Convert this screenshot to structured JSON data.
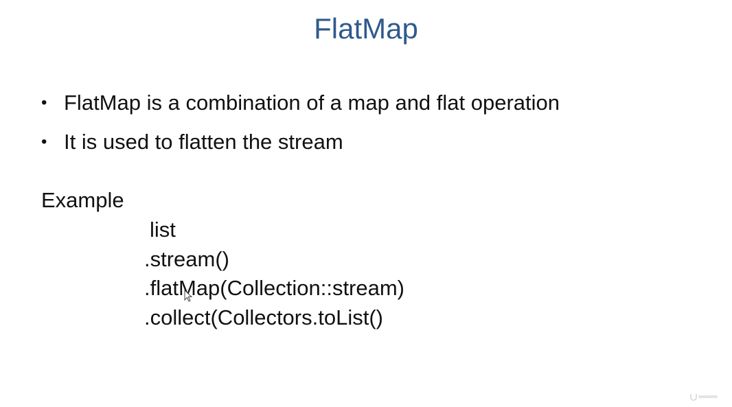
{
  "slide": {
    "title": "FlatMap",
    "bullets": [
      "FlatMap is a combination of a map and flat operation",
      "It is used to flatten the stream"
    ],
    "bullet_glyph": "•",
    "example_label": "Example",
    "code_lines": [
      "list",
      ".stream()",
      ".flatMap(Collection::stream)",
      ".collect(Collectors.toList()"
    ]
  },
  "icons": {
    "cursor": "mouse-pointer-icon",
    "watermark": "udemy-watermark-logo"
  },
  "colors": {
    "title": "#2f5a8c",
    "text": "#111111",
    "background": "#ffffff"
  }
}
